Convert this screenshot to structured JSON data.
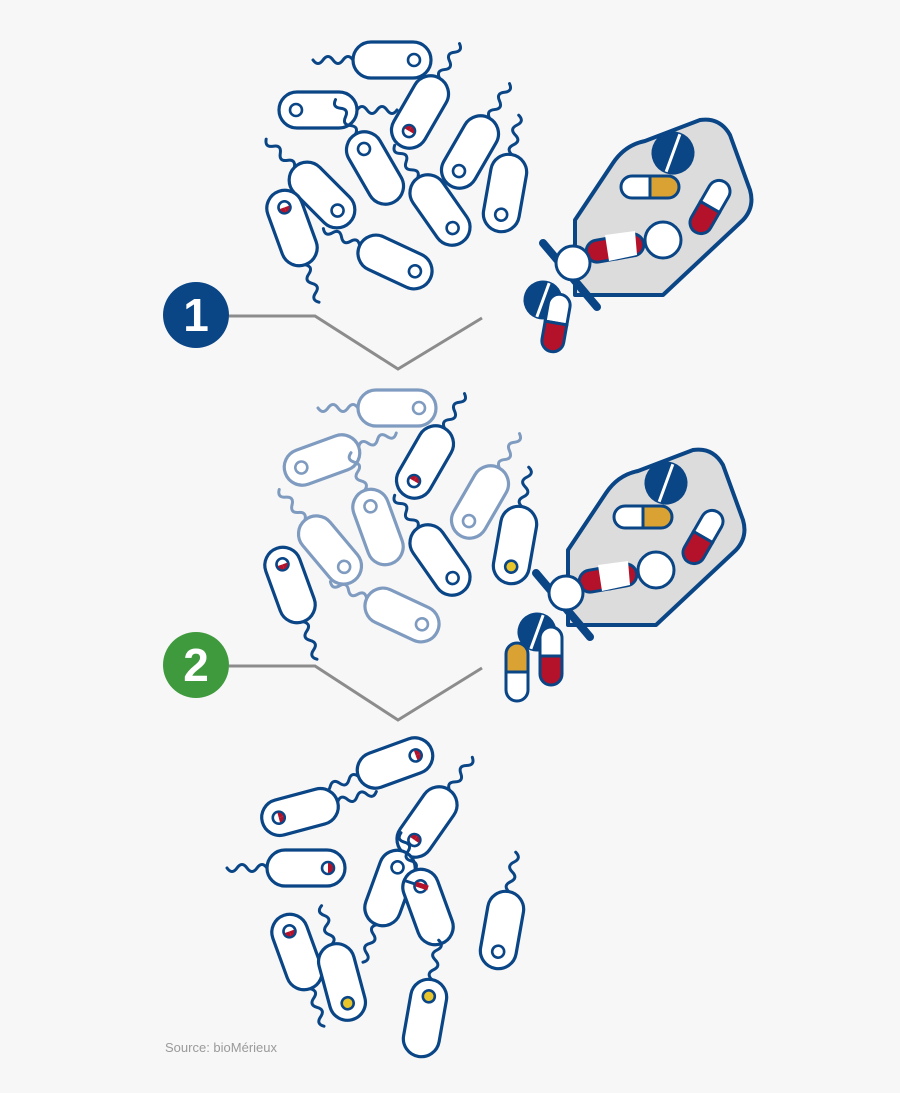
{
  "steps": [
    {
      "label": "1",
      "color": "#0a4586"
    },
    {
      "label": "2",
      "color": "#3f9a3e"
    }
  ],
  "source": "Source: bioMérieux",
  "colors": {
    "navy": "#0a4586",
    "faded": "#7f9bc0",
    "red": "#b3122a",
    "gold": "#d9a233",
    "yellow": "#e8c62b",
    "gray": "#8c8c8c",
    "bottle": "#dcdcdc"
  },
  "icons": [
    "bacterium-icon",
    "antibiotic-bottle-icon",
    "capsule-icon",
    "tablet-icon",
    "connector-line-icon"
  ]
}
